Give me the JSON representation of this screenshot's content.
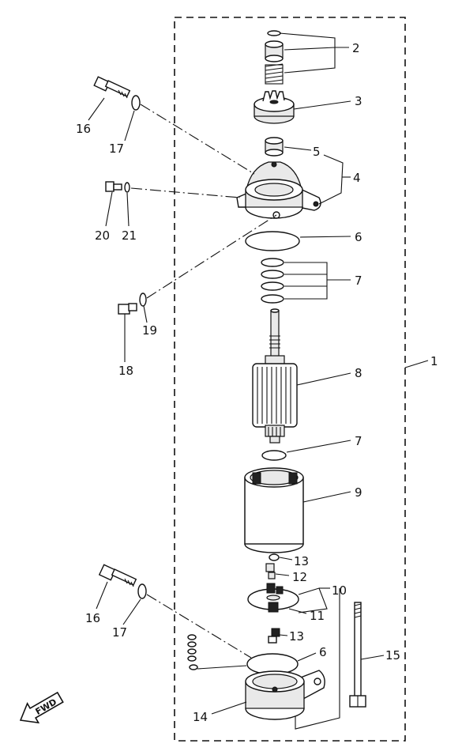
{
  "diagram": {
    "labels": {
      "l1": "1",
      "l2": "2",
      "l3": "3",
      "l4": "4",
      "l5": "5",
      "l6a": "6",
      "l6b": "6",
      "l7a": "7",
      "l7b": "7",
      "l8": "8",
      "l9": "9",
      "l10": "10",
      "l11": "11",
      "l12": "12",
      "l13a": "13",
      "l13b": "13",
      "l14": "14",
      "l15": "15",
      "l16a": "16",
      "l16b": "16",
      "l17a": "17",
      "l17b": "17",
      "l18": "18",
      "l19": "19",
      "l20": "20",
      "l21": "21"
    },
    "fwd_label": "FWD"
  }
}
